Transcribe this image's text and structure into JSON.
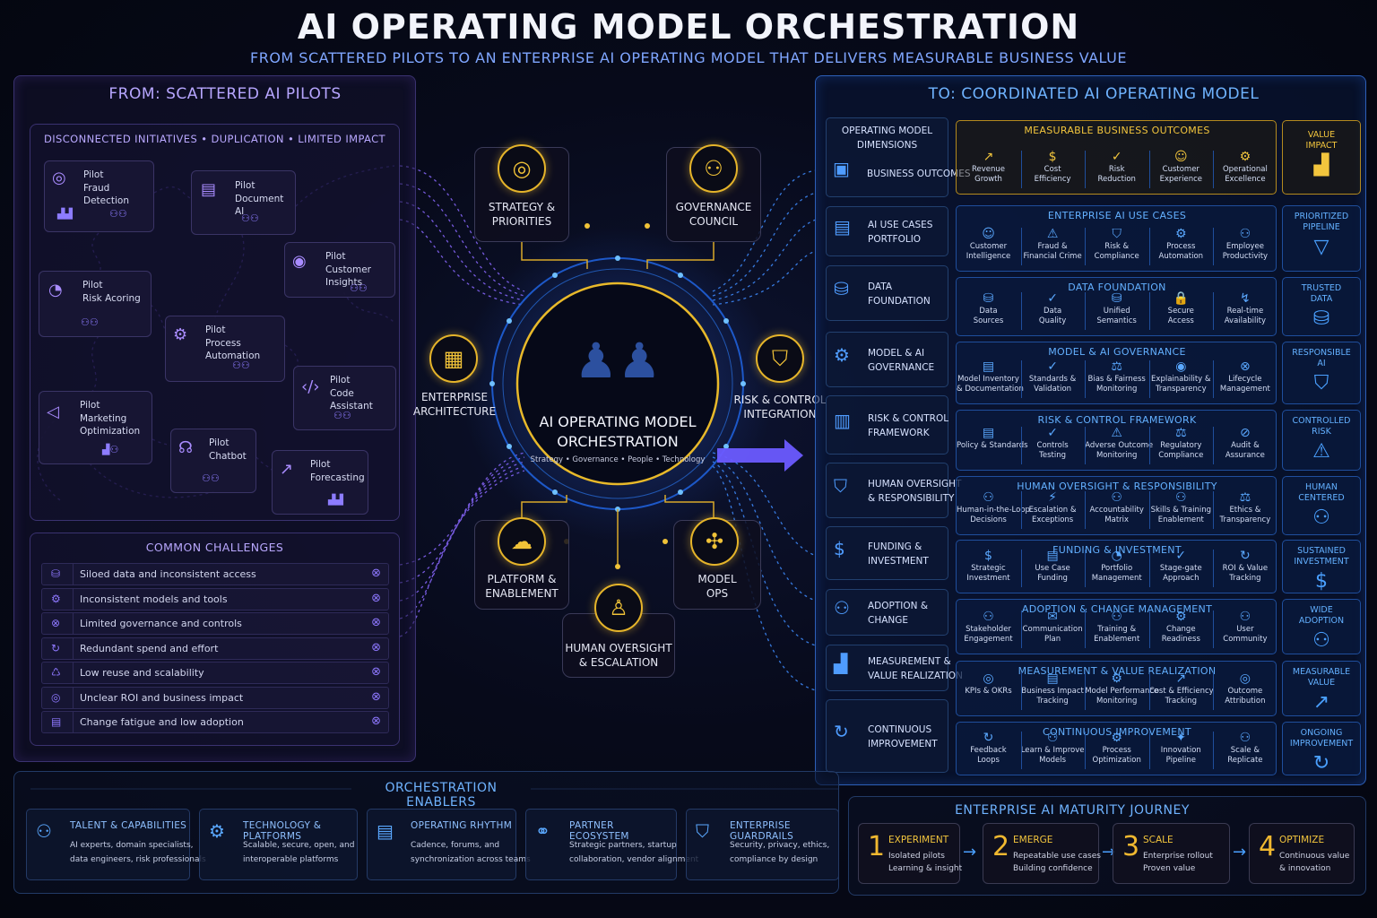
{
  "title": "AI OPERATING MODEL ORCHESTRATION",
  "subtitle": "FROM SCATTERED PILOTS TO AN ENTERPRISE AI OPERATING MODEL THAT DELIVERS MEASURABLE BUSINESS VALUE",
  "from_panel": {
    "title": "FROM: SCATTERED AI PILOTS",
    "subtitle": "DISCONNECTED INITIATIVES  •  DUPLICATION  •  LIMITED IMPACT",
    "pilots": [
      {
        "l1": "Pilot",
        "l2": "Fraud Detection",
        "icon": "target-icon"
      },
      {
        "l1": "Pilot",
        "l2": "Document AI",
        "icon": "document-icon"
      },
      {
        "l1": "Pilot",
        "l2": "Customer Insights",
        "icon": "user-icon"
      },
      {
        "l1": "Pilot",
        "l2": "Risk Acoring",
        "icon": "gauge-icon"
      },
      {
        "l1": "Pilot",
        "l2": "Process Automation",
        "icon": "gear-icon"
      },
      {
        "l1": "Pilot",
        "l2": "Code Assistant",
        "icon": "code-icon"
      },
      {
        "l1": "Pilot",
        "l2": "Marketing",
        "l3": "Optimization",
        "icon": "megaphone-icon"
      },
      {
        "l1": "Pilot",
        "l2": "Chatbot",
        "icon": "chat-icon"
      },
      {
        "l1": "Pilot",
        "l2": "Forecasting",
        "icon": "chart-icon"
      }
    ]
  },
  "challenges": {
    "title": "COMMON CHALLENGES",
    "items": [
      "Siloed data and inconsistent access",
      "Inconsistent models and tools",
      "Limited governance and controls",
      "Redundant spend and effort",
      "Low reuse and scalability",
      "Unclear ROI and business impact",
      "Change fatigue and low adoption"
    ]
  },
  "hub": {
    "center_l1": "AI OPERATING MODEL",
    "center_l2": "ORCHESTRATION",
    "center_tag": "Strategy • Governance • People • Technology",
    "strategy": "STRATEGY &\nPRIORITIES",
    "governance": "GOVERNANCE\nCOUNCIL",
    "enterprise": "ENTERPRISE\nARCHITECTURE",
    "risk": "RISK & CONTROL\nINTEGRATION",
    "platform": "PLATFORM &\nENABLEMENT",
    "modelops": "MODEL\nOPS",
    "human": "HUMAN OVERSIGHT\n& ESCALATION"
  },
  "to_panel": {
    "title": "TO: COORDINATED AI OPERATING MODEL",
    "dimensions_header": "OPERATING MODEL\nDIMENSIONS",
    "dimensions": [
      "BUSINESS OUTCOMES",
      "AI USE CASES\nPORTFOLIO",
      "DATA\nFOUNDATION",
      "MODEL & AI\nGOVERNANCE",
      "RISK & CONTROL\nFRAMEWORK",
      "HUMAN OVERSIGHT\n& RESPONSIBILITY",
      "FUNDING &\nINVESTMENT",
      "ADOPTION &\nCHANGE",
      "MEASUREMENT &\nVALUE REALIZATION",
      "CONTINUOUS\nIMPROVEMENT"
    ],
    "rows": [
      {
        "title": "MEASURABLE BUSINESS OUTCOMES",
        "items": [
          "Revenue\nGrowth",
          "Cost\nEfficiency",
          "Risk\nReduction",
          "Customer\nExperience",
          "Operational\nExcellence"
        ],
        "result": "VALUE\nIMPACT"
      },
      {
        "title": "ENTERPRISE AI USE CASES",
        "items": [
          "Customer\nIntelligence",
          "Fraud &\nFinancial Crime",
          "Risk &\nCompliance",
          "Process\nAutomation",
          "Employee\nProductivity"
        ],
        "result": "PRIORITIZED\nPIPELINE"
      },
      {
        "title": "DATA FOUNDATION",
        "items": [
          "Data\nSources",
          "Data\nQuality",
          "Unified\nSemantics",
          "Secure\nAccess",
          "Real-time\nAvailability"
        ],
        "result": "TRUSTED\nDATA"
      },
      {
        "title": "MODEL & AI GOVERNANCE",
        "items": [
          "Model Inventory\n& Documentation",
          "Standards &\nValidation",
          "Bias & Fairness\nMonitoring",
          "Explainability &\nTransparency",
          "Lifecycle\nManagement"
        ],
        "result": "RESPONSIBLE\nAI"
      },
      {
        "title": "RISK & CONTROL FRAMEWORK",
        "items": [
          "Policy & Standards",
          "Controls\nTesting",
          "Adverse Outcome\nMonitoring",
          "Regulatory\nCompliance",
          "Audit &\nAssurance"
        ],
        "result": "CONTROLLED\nRISK"
      },
      {
        "title": "HUMAN OVERSIGHT & RESPONSIBILITY",
        "items": [
          "Human-in-the-Loop\nDecisions",
          "Escalation &\nExceptions",
          "Accountability\nMatrix",
          "Skills & Training\nEnablement",
          "Ethics &\nTransparency"
        ],
        "result": "HUMAN\nCENTERED"
      },
      {
        "title": "FUNDING & INVESTMENT",
        "items": [
          "Strategic\nInvestment",
          "Use Case\nFunding",
          "Portfolio\nManagement",
          "Stage-gate\nApproach",
          "ROI & Value\nTracking"
        ],
        "result": "SUSTAINED\nINVESTMENT"
      },
      {
        "title": "ADOPTION & CHANGE MANAGEMENT",
        "items": [
          "Stakeholder\nEngagement",
          "Communication\nPlan",
          "Training &\nEnablement",
          "Change\nReadiness",
          "User\nCommunity"
        ],
        "result": "WIDE\nADOPTION"
      },
      {
        "title": "MEASUREMENT & VALUE REALIZATION",
        "items": [
          "KPIs & OKRs",
          "Business Impact\nTracking",
          "Model Performance\nMonitoring",
          "Cost & Efficiency\nTracking",
          "Outcome\nAttribution"
        ],
        "result": "MEASURABLE\nVALUE"
      },
      {
        "title": "CONTINUOUS IMPROVEMENT",
        "items": [
          "Feedback\nLoops",
          "Learn & Improve\nModels",
          "Process\nOptimization",
          "Innovation\nPipeline",
          "Scale &\nReplicate"
        ],
        "result": "ONGOING\nIMPROVEMENT"
      }
    ]
  },
  "enablers": {
    "title": "ORCHESTRATION ENABLERS",
    "cards": [
      {
        "title": "TALENT & CAPABILITIES",
        "desc": "AI experts, domain specialists,\ndata engineers, risk professionals"
      },
      {
        "title": "TECHNOLOGY & PLATFORMS",
        "desc": "Scalable, secure, open, and\ninteroperable platforms"
      },
      {
        "title": "OPERATING RHYTHM",
        "desc": "Cadence, forums, and\nsynchronization across teams"
      },
      {
        "title": "PARTNER ECOSYSTEM",
        "desc": "Strategic partners, startup\ncollaboration, vendor alignment"
      },
      {
        "title": "ENTERPRISE GUARDRAILS",
        "desc": "Security, privacy, ethics,\ncompliance by design"
      }
    ]
  },
  "maturity": {
    "title": "ENTERPRISE AI MATURITY JOURNEY",
    "stages": [
      {
        "num": "1",
        "name": "EXPERIMENT",
        "desc": "Isolated pilots\nLearning & insight"
      },
      {
        "num": "2",
        "name": "EMERGE",
        "desc": "Repeatable use cases\nBuilding confidence"
      },
      {
        "num": "3",
        "name": "SCALE",
        "desc": "Enterprise rollout\nProven value"
      },
      {
        "num": "4",
        "name": "OPTIMIZE",
        "desc": "Continuous value\n& innovation"
      }
    ]
  }
}
